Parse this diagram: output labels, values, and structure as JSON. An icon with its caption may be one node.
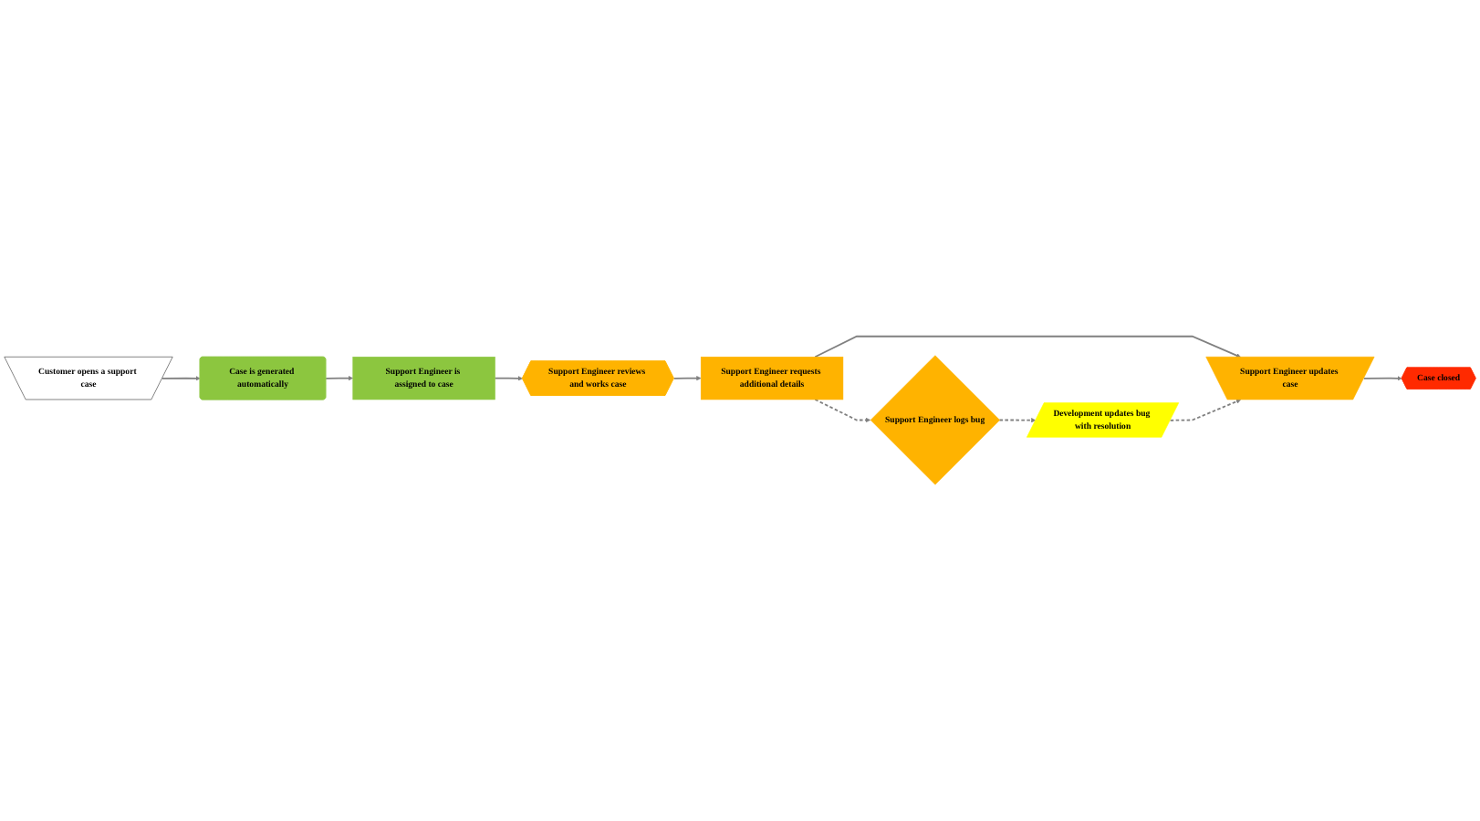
{
  "diagram": {
    "nodes": [
      {
        "text": [
          "Customer opens a support case"
        ]
      },
      {
        "text": [
          "Case is generated automatically"
        ]
      },
      {
        "text": [
          "Support Engineer is assigned to case"
        ]
      },
      {
        "text": [
          "Support Engineer reviews and works case"
        ]
      },
      {
        "text": [
          "Support Engineer requests additional details"
        ]
      },
      {
        "text": [
          "Support Engineer logs bug"
        ]
      },
      {
        "text": [
          "Development updates bug with resolution"
        ]
      },
      {
        "text": [
          "Support Engineer updates case"
        ]
      },
      {
        "text": [
          "Case closed"
        ]
      }
    ],
    "edges": [
      {
        "from": 0,
        "to": 1,
        "arrow": "to"
      },
      {
        "from": 1,
        "to": 2,
        "arrow": "to"
      },
      {
        "from": 2,
        "to": 3,
        "arrow": "to"
      },
      {
        "from": 3,
        "to": 4,
        "arrow": "to"
      },
      {
        "from": 4,
        "to": 5,
        "arrow": "to",
        "style": "dashed"
      },
      {
        "from": 5,
        "to": 6,
        "arrow": "to",
        "style": "dashed"
      },
      {
        "from": 4,
        "to": 7,
        "arrow": "to"
      },
      {
        "from": 6,
        "to": 7,
        "arrow": "to",
        "style": "dashed"
      },
      {
        "from": 7,
        "to": 8,
        "arrow": "to"
      }
    ]
  }
}
